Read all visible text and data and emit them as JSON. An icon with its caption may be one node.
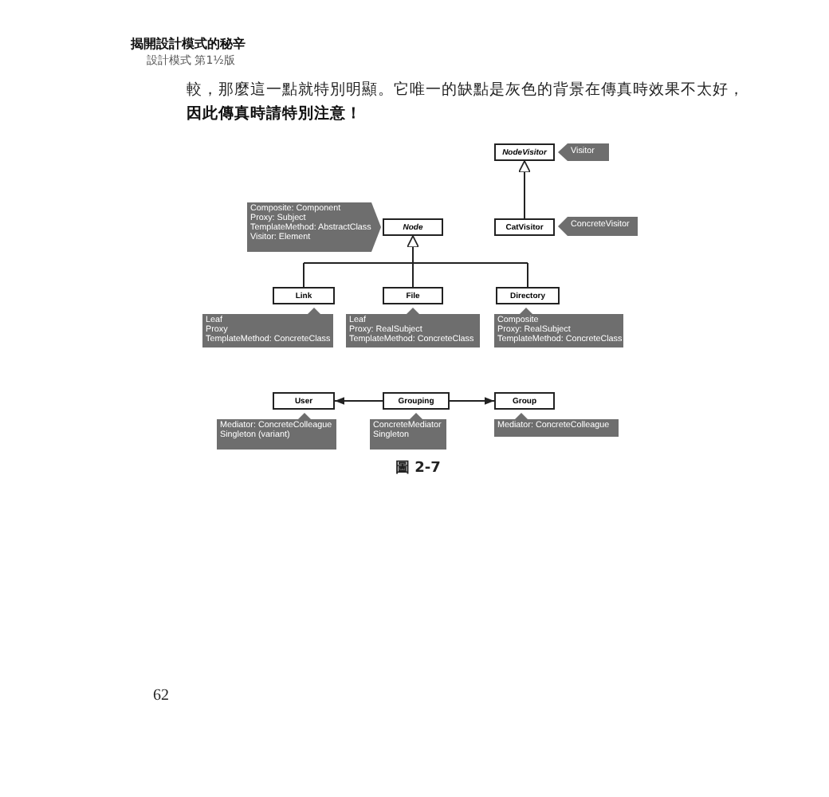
{
  "diagram": {
    "caption": "圖 2-7",
    "nodes": [
      {
        "text": [
          "NodeVisitor"
        ]
      },
      {
        "text": [
          "Visitor"
        ]
      },
      {
        "text": [
          "Composite: Component",
          "Proxy: Subject",
          "TemplateMethod: AbstractClass",
          "Visitor: Element"
        ]
      },
      {
        "text": [
          "Node"
        ]
      },
      {
        "text": [
          "CatVisitor"
        ]
      },
      {
        "text": [
          "ConcreteVisitor"
        ]
      },
      {
        "text": [
          "Link"
        ]
      },
      {
        "text": [
          "File"
        ]
      },
      {
        "text": [
          "Directory"
        ]
      },
      {
        "text": [
          "Leaf",
          "Proxy",
          "TemplateMethod: ConcreteClass"
        ]
      },
      {
        "text": [
          "Leaf",
          "Proxy: RealSubject",
          "TemplateMethod: ConcreteClass"
        ]
      },
      {
        "text": [
          "Composite",
          "Proxy: RealSubject",
          "TemplateMethod: ConcreteClass"
        ]
      },
      {
        "text": [
          "User"
        ]
      },
      {
        "text": [
          "Grouping"
        ]
      },
      {
        "text": [
          "Group"
        ]
      },
      {
        "text": [
          "Mediator: ConcreteColleague",
          "Singleton (variant)"
        ]
      },
      {
        "text": [
          "ConcreteMediator",
          "Singleton"
        ]
      },
      {
        "text": [
          "Mediator: ConcreteColleague"
        ]
      }
    ],
    "edges": [
      {
        "from": 4,
        "to": 0,
        "arrow": "to"
      },
      {
        "from": 6,
        "to": 3,
        "arrow": "to"
      },
      {
        "from": 7,
        "to": 3,
        "arrow": "to"
      },
      {
        "from": 8,
        "to": 3,
        "arrow": "to"
      },
      {
        "from": 13,
        "to": 12,
        "arrow": "to"
      },
      {
        "from": 13,
        "to": 14,
        "arrow": "to"
      }
    ],
    "labels": [
      "揭開設計模式的秘辛",
      "設計模式 第1½版",
      "較，那麼這一點就特別明顯。它唯一的缺點是灰色的背景在傳真時效果不太好，",
      "因此傳真時請特別注意！",
      "62"
    ]
  }
}
